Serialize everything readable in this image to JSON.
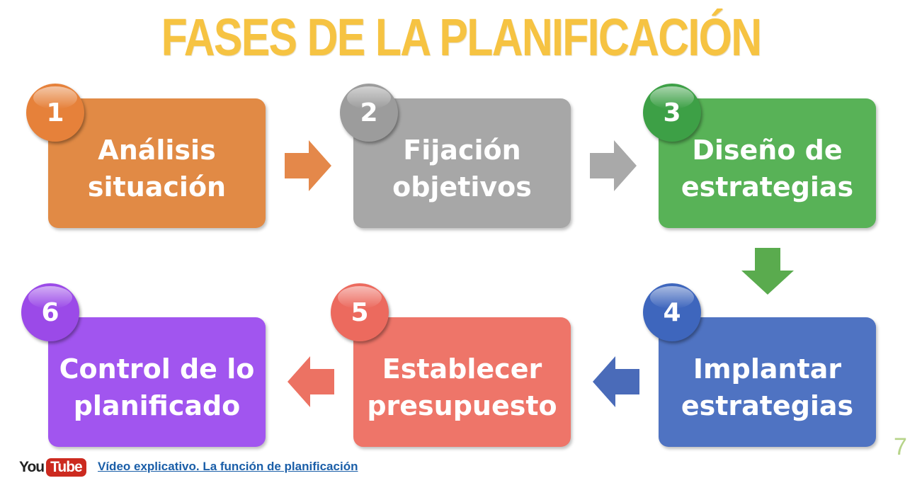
{
  "title": "FASES DE LA PLANIFICACIÓN",
  "phases": [
    {
      "number": "1",
      "line1": "Análisis",
      "line2": "situación",
      "color": "#e18a45",
      "badge_color": "#e6813a"
    },
    {
      "number": "2",
      "line1": "Fijación",
      "line2": "objetivos",
      "color": "#a7a7a7",
      "badge_color": "#9c9c9c"
    },
    {
      "number": "3",
      "line1": "Diseño de",
      "line2": "estrategias",
      "color": "#58b257",
      "badge_color": "#3da046"
    },
    {
      "number": "4",
      "line1": "Implantar",
      "line2": "estrategias",
      "color": "#4f73c2",
      "badge_color": "#3e66bd"
    },
    {
      "number": "5",
      "line1": "Establecer",
      "line2": "presupuesto",
      "color": "#ee7569",
      "badge_color": "#ec6a5e"
    },
    {
      "number": "6",
      "line1": "Control de lo",
      "line2": "planificado",
      "color": "#a155ef",
      "badge_color": "#9b4ae8"
    }
  ],
  "page_number": "7",
  "footer": {
    "youtube_you": "You",
    "youtube_tube": "Tube",
    "video_link": "Vídeo explicativo. La función de planificación"
  }
}
